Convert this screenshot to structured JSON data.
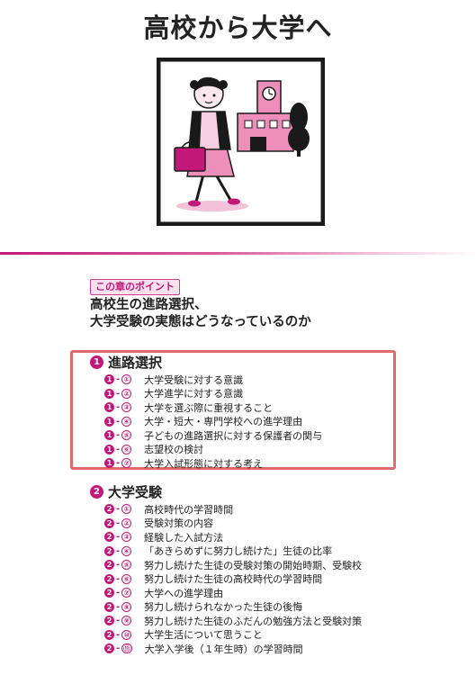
{
  "page": {
    "title": "高校から大学へ",
    "point_badge": "この章のポイント",
    "lead_line1": "高校生の進路選択、",
    "lead_line2": "大学受験の実態はどうなっているのか"
  },
  "colors": {
    "accent": "#c2187a",
    "highlight_box": "#e06a6a",
    "badge_bg": "#fbe0ee"
  },
  "sections": [
    {
      "number": "1",
      "title": "進路選択",
      "items": [
        {
          "sub": "①",
          "text": "大学受験に対する意識"
        },
        {
          "sub": "②",
          "text": "大学進学に対する意識"
        },
        {
          "sub": "③",
          "text": "大学を選ぶ際に重視すること"
        },
        {
          "sub": "④",
          "text": "大学・短大・専門学校への進学理由"
        },
        {
          "sub": "⑤",
          "text": "子どもの進路選択に対する保護者の関与"
        },
        {
          "sub": "⑥",
          "text": "志望校の検討"
        },
        {
          "sub": "⑦",
          "text": "大学入試形態に対する考え"
        }
      ]
    },
    {
      "number": "2",
      "title": "大学受験",
      "items": [
        {
          "sub": "①",
          "text": "高校時代の学習時間"
        },
        {
          "sub": "②",
          "text": "受験対策の内容"
        },
        {
          "sub": "③",
          "text": "経験した入試方法"
        },
        {
          "sub": "④",
          "text": "「あきらめずに努力し続けた」生徒の比率"
        },
        {
          "sub": "⑤",
          "text": "努力し続けた生徒の受験対策の開始時期、受験校"
        },
        {
          "sub": "⑥",
          "text": "努力し続けた生徒の高校時代の学習時間"
        },
        {
          "sub": "⑦",
          "text": "大学への進学理由"
        },
        {
          "sub": "⑧",
          "text": "努力し続けられなかった生徒の後悔"
        },
        {
          "sub": "⑨",
          "text": "努力し続けた生徒のふだんの勉強方法と受験対策"
        },
        {
          "sub": "⑩",
          "text": "大学生活について思うこと"
        },
        {
          "sub": "⑪",
          "text": "大学入学後（１年生時）の学習時間"
        }
      ]
    }
  ]
}
